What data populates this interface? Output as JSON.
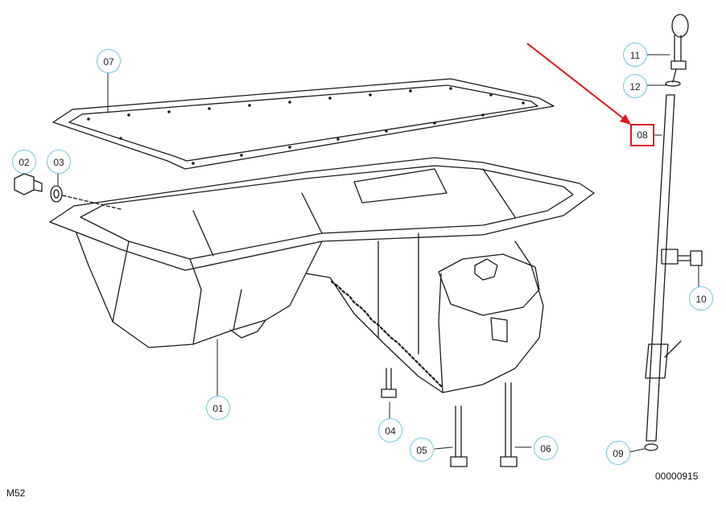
{
  "callouts": {
    "p01": "01",
    "p02": "02",
    "p03": "03",
    "p04": "04",
    "p05": "05",
    "p06": "06",
    "p07": "07",
    "p08": "08",
    "p09": "09",
    "p10": "10",
    "p11": "11",
    "p12": "12"
  },
  "footer": {
    "model": "M52",
    "drawing_number": "00000915"
  },
  "colors": {
    "callout_border": "#6ec6e6",
    "highlight": "#e0161a",
    "line": "#1a1a1a"
  }
}
